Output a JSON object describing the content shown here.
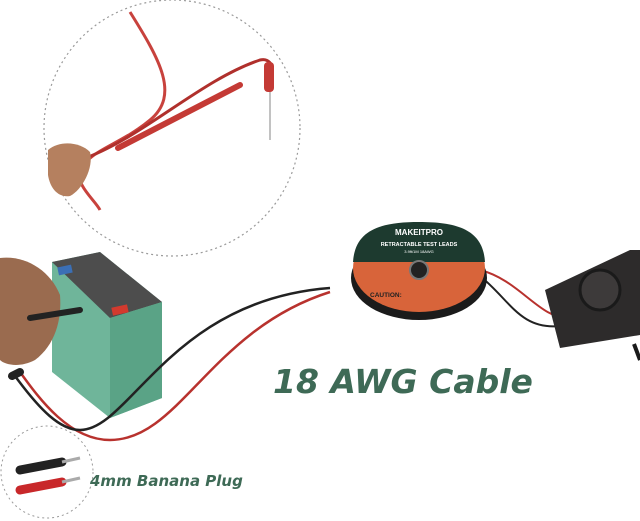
{
  "captions": {
    "cable": "18 AWG Cable",
    "plug": "4mm Banana Plug"
  },
  "reel_label": {
    "brand": "MAKEITPRO",
    "title": "RETRACTABLE TEST LEADS",
    "spec": "3.9ft/1M  18AWG",
    "caution": "CAUTION:"
  },
  "colors": {
    "caption": "#3e6a56",
    "battery": "#6fb59a",
    "reel_face": "#d8643a",
    "reel_rim": "#1b1b1b",
    "red_wire": "#b8322e",
    "black_wire": "#222222"
  }
}
